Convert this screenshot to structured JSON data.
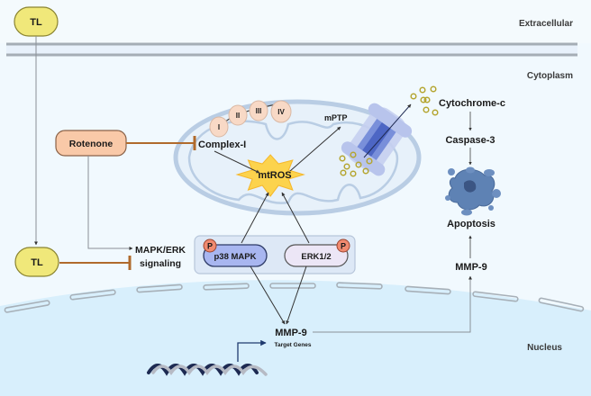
{
  "regions": {
    "extracellular": "Extracellular",
    "cytoplasm": "Cytoplasm",
    "nucleus": "Nucleus"
  },
  "nodes": {
    "tl_top": "TL",
    "tl_bottom": "TL",
    "rotenone": "Rotenone",
    "complex_label": "Complex-I",
    "complexes": [
      "I",
      "II",
      "III",
      "IV"
    ],
    "mtros": "mtROS",
    "mptp": "mPTP",
    "cytochrome_c": "Cytochrome-c",
    "caspase3": "Caspase-3",
    "apoptosis": "Apoptosis",
    "mmp9_cyto": "MMP-9",
    "mapk_erk_line1": "MAPK/ERK",
    "mapk_erk_line2": "signaling",
    "p38": "p38 MAPK",
    "erk": "ERK1/2",
    "phospho": "P",
    "mmp9_nucleus": "MMP-9",
    "target_genes": "Target Genes"
  },
  "colors": {
    "tl_fill": "#f0e87a",
    "rotenone_fill": "#f9c9a8",
    "inhibit": "#b06a2c",
    "p38_fill": "#a8b6f0",
    "erk_fill": "#ece6f6",
    "phospho_fill": "#f08a70",
    "mtros_fill": "#fcd34d",
    "nucleus_fill": "#d8effc"
  }
}
